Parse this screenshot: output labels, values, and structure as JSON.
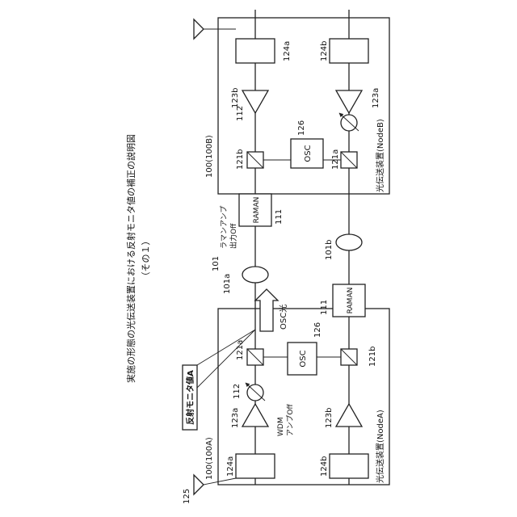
{
  "title": "実施の形態の光伝送装置における反射モニタ値の補正の説明図",
  "subtitle": "（その１）",
  "node_b": {
    "ref": "100(100B)",
    "caption": "光伝送装置(NodeB)",
    "labels": {
      "l124a": "124a",
      "l124b": "124b",
      "l123b": "123b",
      "l123a": "123a",
      "l112": "112",
      "l126": "126",
      "l121b": "121b",
      "l121a": "121a"
    },
    "osc": "OSC"
  },
  "node_a": {
    "ref": "100(100A)",
    "caption": "光伝送装置(NodeA)",
    "labels": {
      "l124a": "124a",
      "l124b": "124b",
      "l123a": "123a",
      "l123b": "123b",
      "l112": "112",
      "l126": "126",
      "l121a": "121a",
      "l121b": "121b"
    },
    "osc": "OSC"
  },
  "raman_upper": {
    "label": "RAMAN",
    "ref": "111",
    "note_line1": "ラマンアンプ",
    "note_line2": "出力Off"
  },
  "raman_lower": {
    "label": "RAMAN",
    "ref": "111"
  },
  "fiber": {
    "ref": "101",
    "upper": "101a",
    "lower": "101b"
  },
  "osc_light": "OSC光",
  "reflect_monitor": "反射モニタ値A",
  "wdm_amp_line1": "WDM",
  "wdm_amp_line2": "アンプOff",
  "antenna_ref": "125"
}
